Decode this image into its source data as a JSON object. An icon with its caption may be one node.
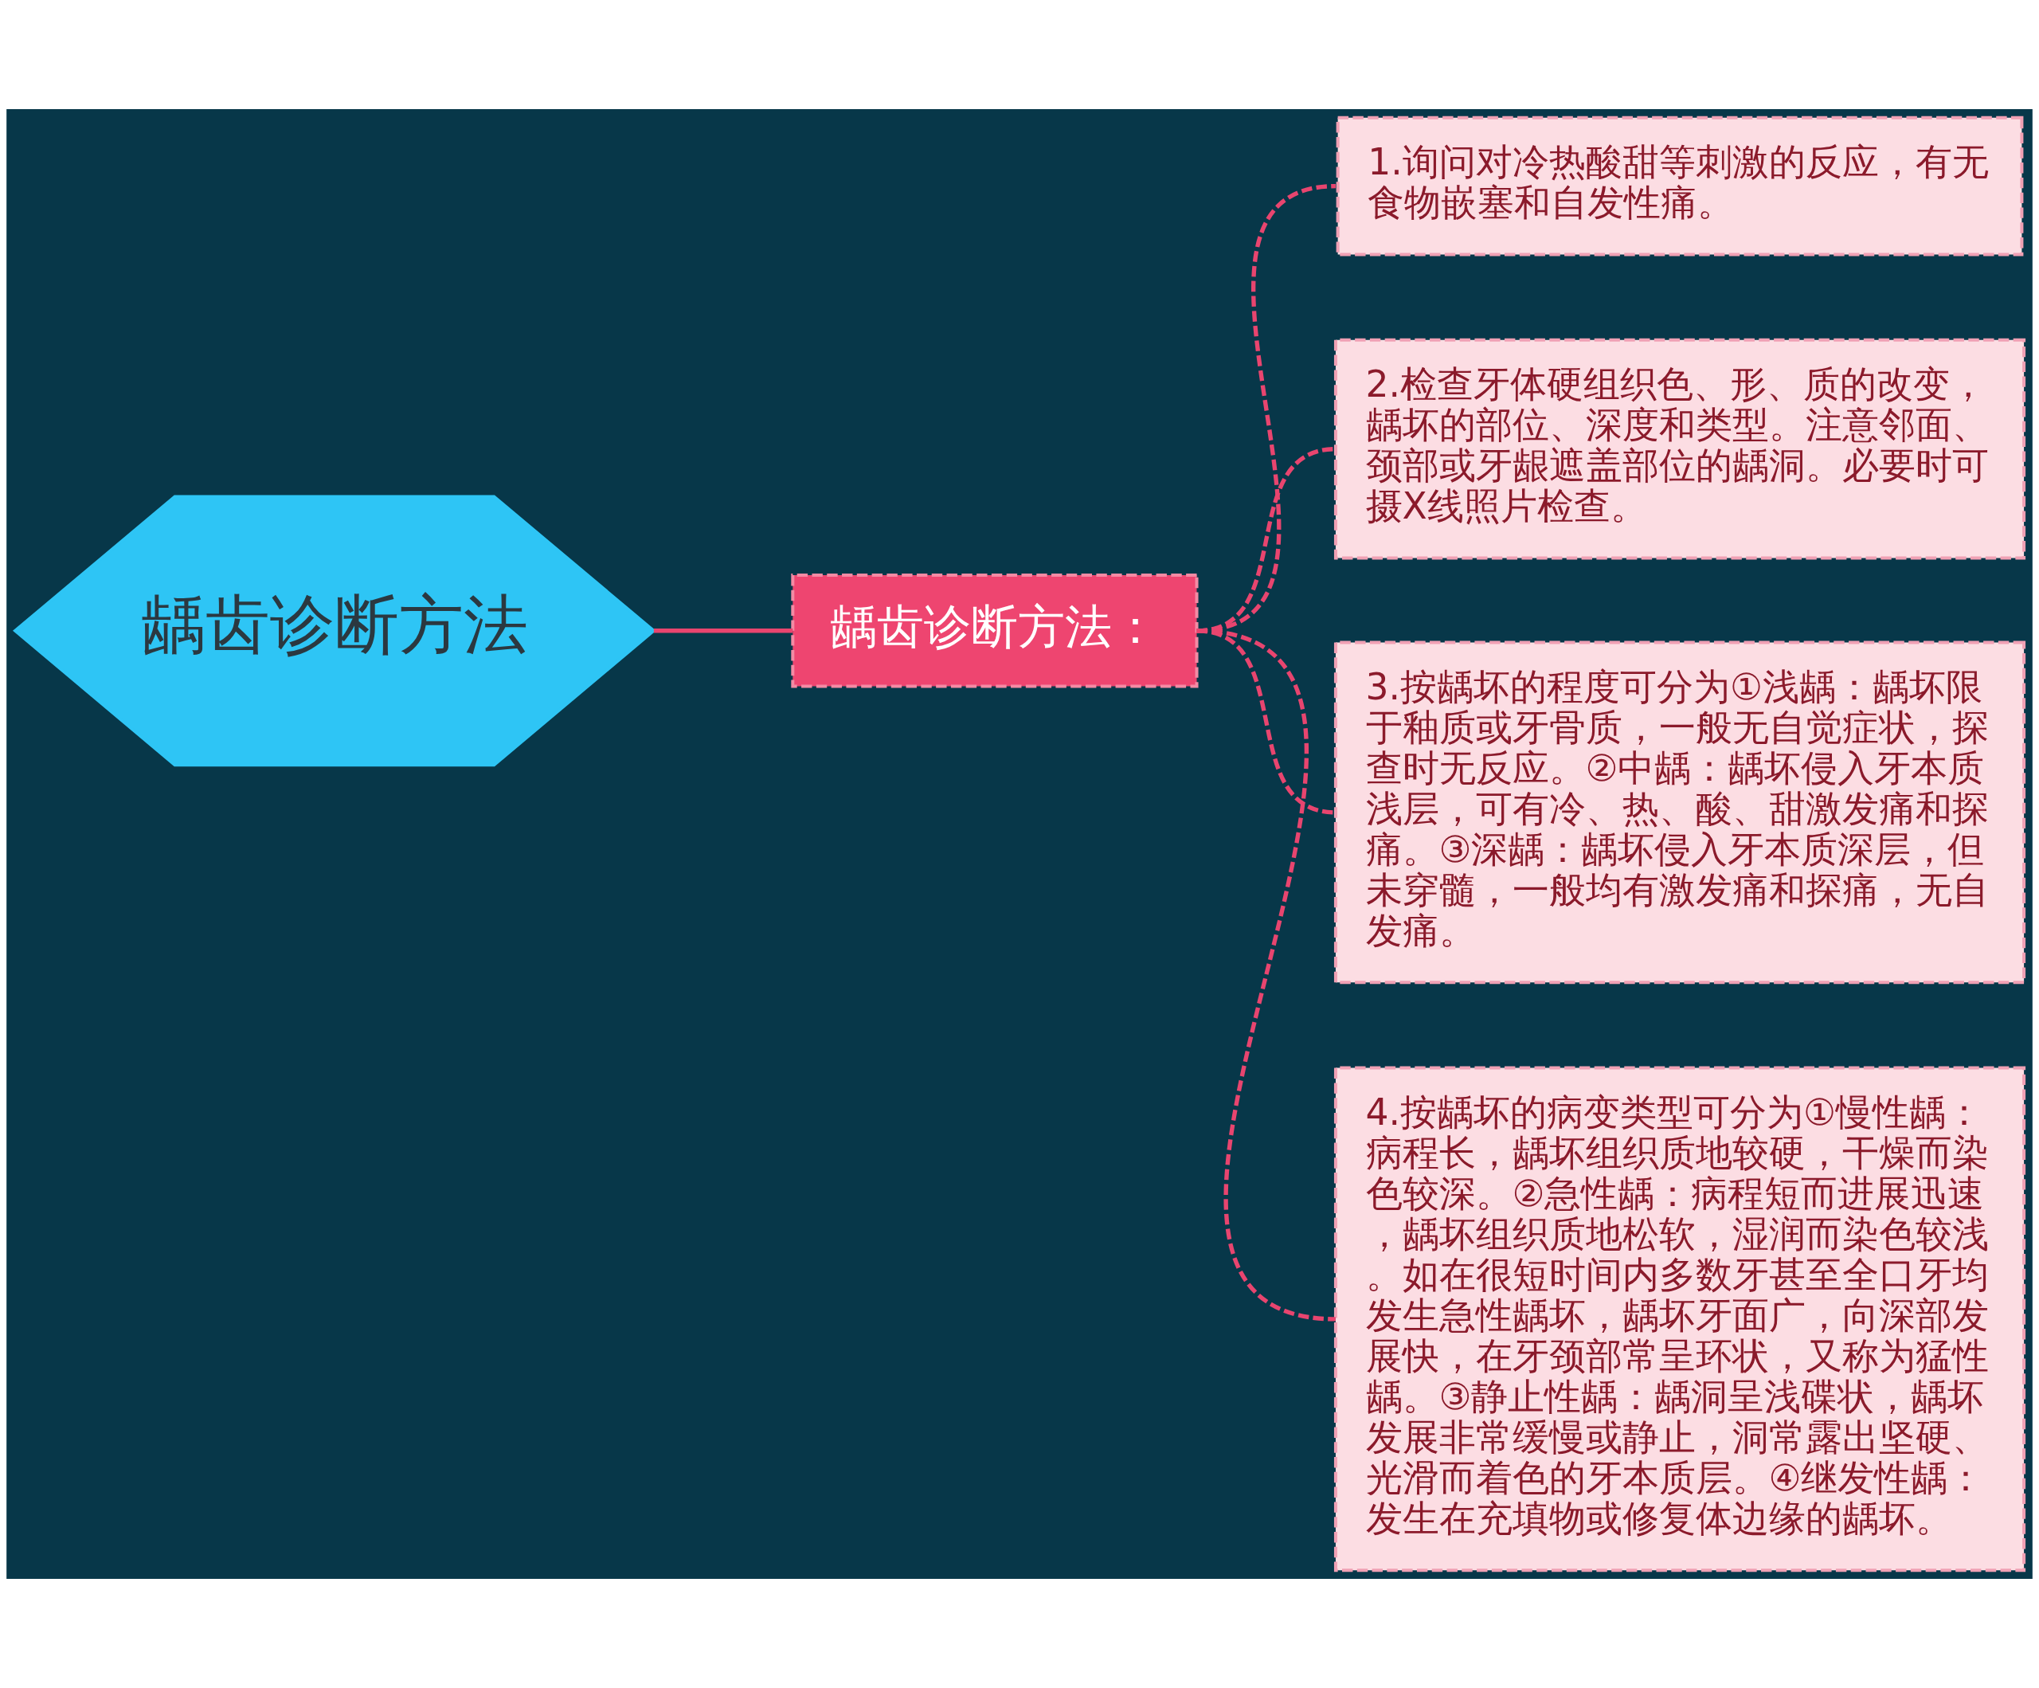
{
  "diagram": {
    "nodes": [
      {
        "text": [
          "龋齿诊断方法"
        ]
      },
      {
        "text": [
          "龋齿诊断方法："
        ]
      },
      {
        "text": [
          "1.询问对冷热酸甜等刺激的反应，有无食物嵌塞和自发性痛。"
        ]
      },
      {
        "text": [
          "2.检查牙体硬组织色、形、质的改变，龋坏的部位、深度和类型。注意邻面、颈部或牙龈遮盖部位的龋洞。必要时可摄X线照片检查。"
        ]
      },
      {
        "text": [
          "3.按龋坏的程度可分为①浅龋：龋坏限于釉质或牙骨质，一般无自觉症状，探查时无反应。②中龋：龋坏侵入牙本质浅层，可有冷、热、酸、甜激发痛和探痛。③深龋：龋坏侵入牙本质深层，但未穿髓，一般均有激发痛和探痛，无自发痛。"
        ]
      },
      {
        "text": [
          "4.按龋坏的病变类型可分为①慢性龋：病程长，龋坏组织质地较硬，干燥而染色较深。②急性龋：病程短而进展迅速，龋坏组织质地松软，湿润而染色较浅。如在很短时间内多数牙甚至全口牙均发生急性龋坏，龋坏牙面广，向深部发展快，在牙颈部常呈环状，又称为猛性龋。③静止性龋：龋洞呈浅碟状，龋坏发展非常缓慢或静止，洞常露出坚硬、光滑而着色的牙本质层。④继发性龋：发生在充填物或修复体边缘的龋坏。"
        ]
      }
    ],
    "edges": [
      {
        "from": 0,
        "to": 1,
        "arrow": "none"
      },
      {
        "from": 1,
        "to": 2,
        "arrow": "none",
        "style": "dashed"
      },
      {
        "from": 1,
        "to": 3,
        "arrow": "none",
        "style": "dashed"
      },
      {
        "from": 1,
        "to": 4,
        "arrow": "none",
        "style": "dashed"
      },
      {
        "from": 1,
        "to": 5,
        "arrow": "none",
        "style": "dashed"
      }
    ]
  }
}
